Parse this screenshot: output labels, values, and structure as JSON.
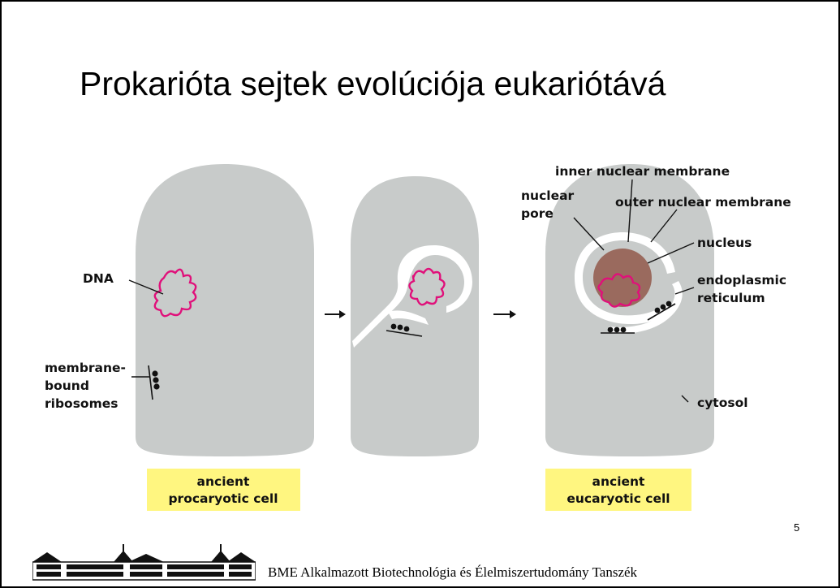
{
  "slide": {
    "title": "Prokarióta sejtek evolúciója eukariótává",
    "page_number": "5",
    "footer": "BME Alkalmazott Biotechnológia és Élelmiszertudomány Tanszék"
  },
  "diagram": {
    "labels": {
      "dna": "DNA",
      "membrane_1": "membrane-",
      "membrane_2": "bound",
      "membrane_3": "ribosomes",
      "inner_nuclear_membrane": "inner nuclear membrane",
      "nuclear_1": "nuclear",
      "nuclear_2": "pore",
      "outer_nuclear_membrane": "outer nuclear membrane",
      "nucleus": "nucleus",
      "er_1": "endoplasmic",
      "er_2": "reticulum",
      "cytosol": "cytosol"
    },
    "captions": {
      "left_1": "ancient",
      "left_2": "procaryotic cell",
      "right_1": "ancient",
      "right_2": "eucaryotic cell"
    }
  },
  "colors": {
    "cell_fill": "#c8cbca",
    "dna": "#e0107a",
    "nucleus": "#9a6a5e",
    "caption_bg": "#fff680"
  }
}
